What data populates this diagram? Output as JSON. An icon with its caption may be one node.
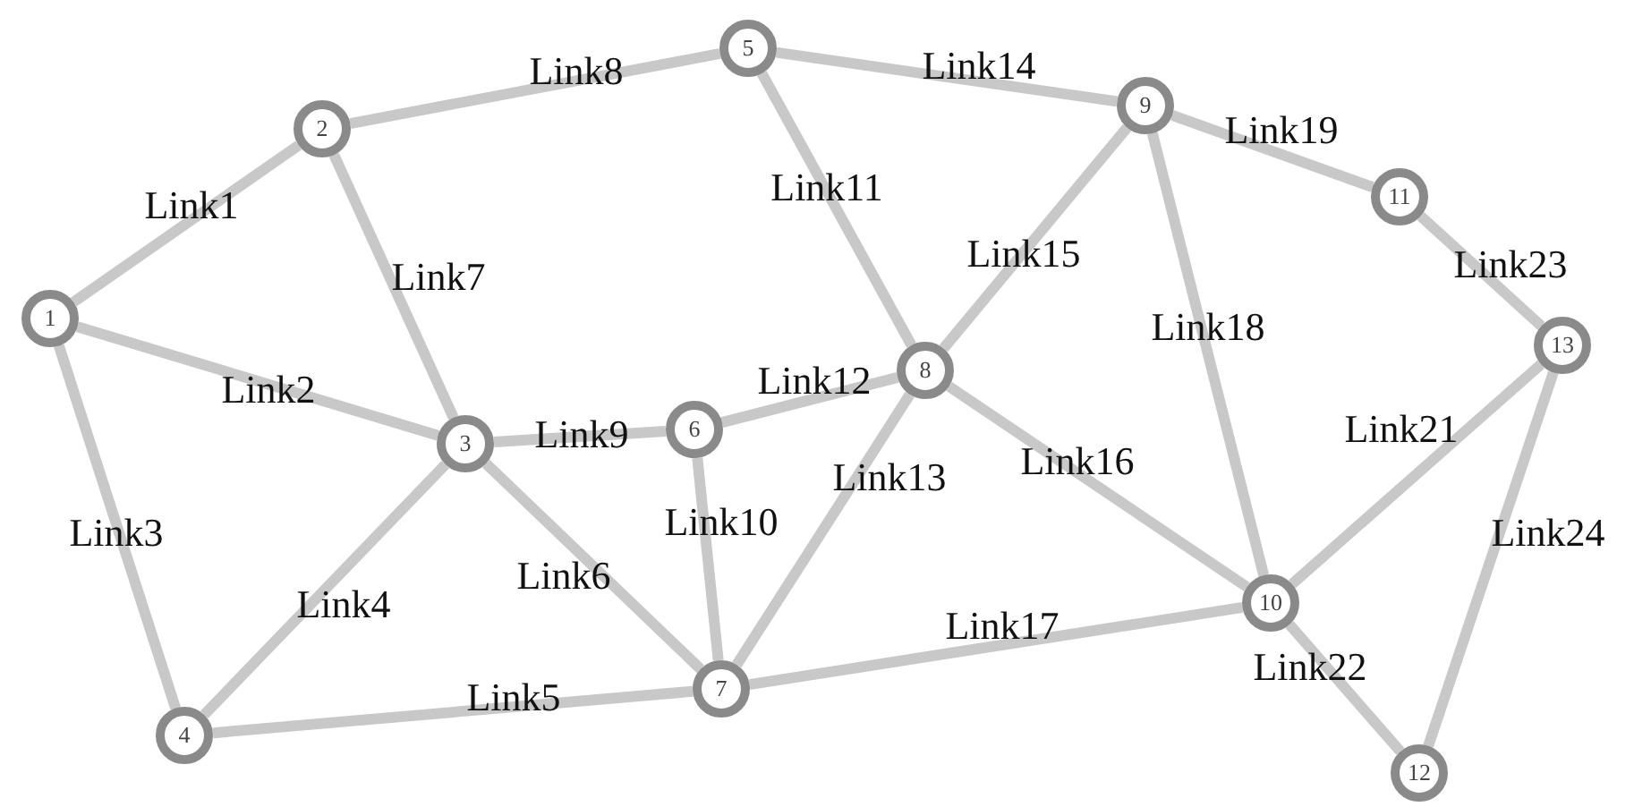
{
  "diagram": {
    "nodes": [
      {
        "text": [
          "1"
        ]
      },
      {
        "text": [
          "2"
        ]
      },
      {
        "text": [
          "3"
        ]
      },
      {
        "text": [
          "4"
        ]
      },
      {
        "text": [
          "5"
        ]
      },
      {
        "text": [
          "6"
        ]
      },
      {
        "text": [
          "7"
        ]
      },
      {
        "text": [
          "8"
        ]
      },
      {
        "text": [
          "9"
        ]
      },
      {
        "text": [
          "10"
        ]
      },
      {
        "text": [
          "11"
        ]
      },
      {
        "text": [
          "12"
        ]
      },
      {
        "text": [
          "13"
        ]
      }
    ],
    "edges": [
      {
        "from": 0,
        "to": 1,
        "arrow": "none",
        "label": "Link1"
      },
      {
        "from": 0,
        "to": 2,
        "arrow": "none",
        "label": "Link2"
      },
      {
        "from": 0,
        "to": 3,
        "arrow": "none",
        "label": "Link3"
      },
      {
        "from": 2,
        "to": 3,
        "arrow": "none",
        "label": "Link4"
      },
      {
        "from": 3,
        "to": 6,
        "arrow": "none",
        "label": "Link5"
      },
      {
        "from": 2,
        "to": 6,
        "arrow": "none",
        "label": "Link6"
      },
      {
        "from": 1,
        "to": 2,
        "arrow": "none",
        "label": "Link7"
      },
      {
        "from": 1,
        "to": 4,
        "arrow": "none",
        "label": "Link8"
      },
      {
        "from": 2,
        "to": 5,
        "arrow": "none",
        "label": "Link9"
      },
      {
        "from": 5,
        "to": 6,
        "arrow": "none",
        "label": "Link10"
      },
      {
        "from": 4,
        "to": 7,
        "arrow": "none",
        "label": "Link11"
      },
      {
        "from": 5,
        "to": 7,
        "arrow": "none",
        "label": "Link12"
      },
      {
        "from": 6,
        "to": 7,
        "arrow": "none",
        "label": "Link13"
      },
      {
        "from": 4,
        "to": 8,
        "arrow": "none",
        "label": "Link14"
      },
      {
        "from": 7,
        "to": 8,
        "arrow": "none",
        "label": "Link15"
      },
      {
        "from": 7,
        "to": 9,
        "arrow": "none",
        "label": "Link16"
      },
      {
        "from": 6,
        "to": 9,
        "arrow": "none",
        "label": "Link17"
      },
      {
        "from": 8,
        "to": 9,
        "arrow": "none",
        "label": "Link18"
      },
      {
        "from": 8,
        "to": 10,
        "arrow": "none",
        "label": "Link19"
      },
      {
        "from": 9,
        "to": 12,
        "arrow": "none",
        "label": "Link21"
      },
      {
        "from": 9,
        "to": 11,
        "arrow": "none",
        "label": "Link22"
      },
      {
        "from": 10,
        "to": 12,
        "arrow": "none",
        "label": "Link23"
      },
      {
        "from": 11,
        "to": 12,
        "arrow": "none",
        "label": "Link24"
      }
    ]
  }
}
